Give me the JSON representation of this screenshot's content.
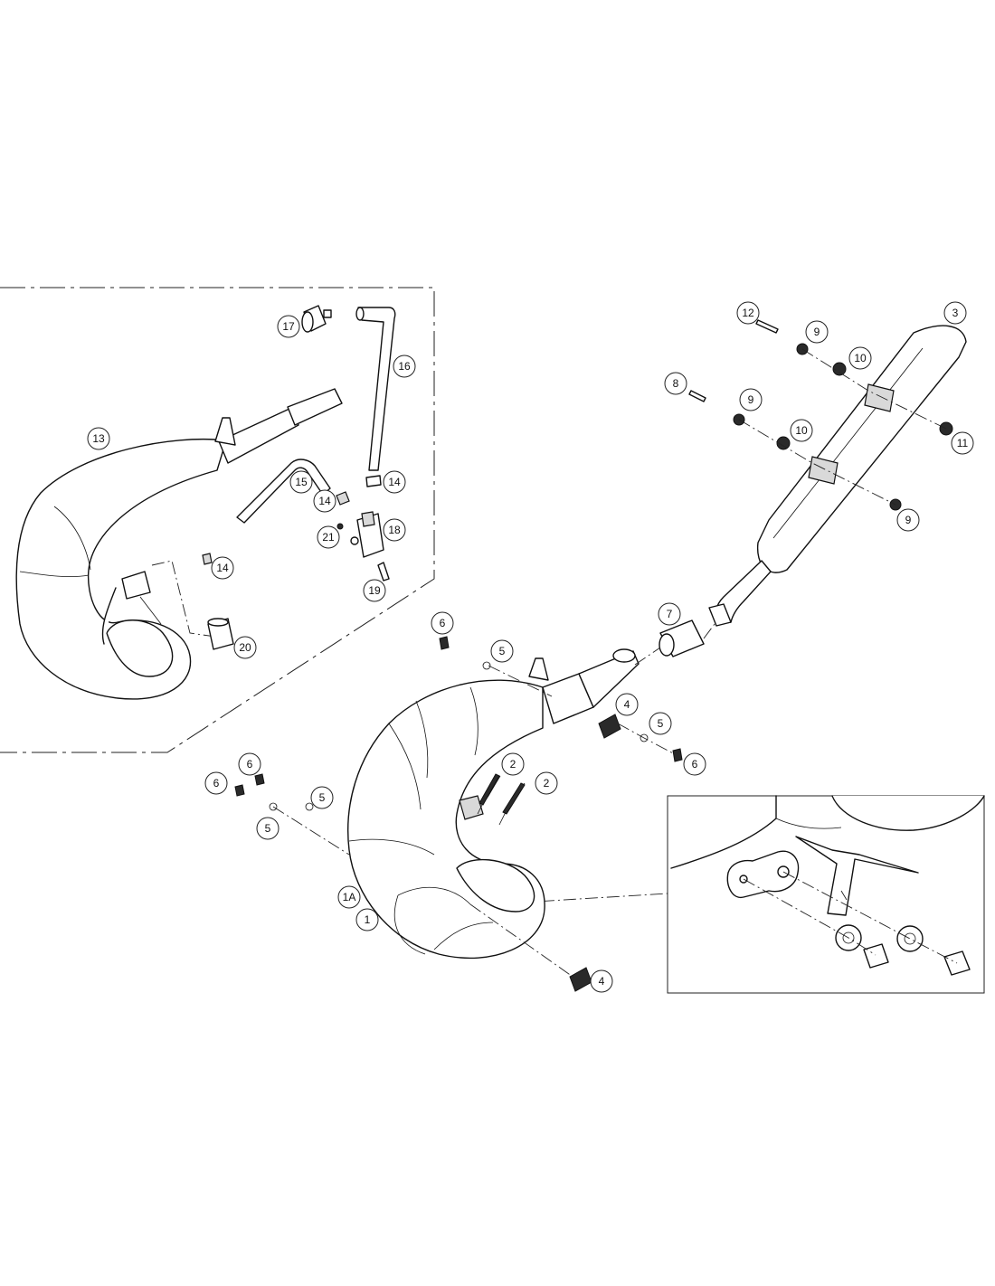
{
  "callouts": [
    {
      "id": "1",
      "label": "1"
    },
    {
      "id": "1A",
      "label": "1A"
    },
    {
      "id": "2a",
      "label": "2"
    },
    {
      "id": "2b",
      "label": "2"
    },
    {
      "id": "3",
      "label": "3"
    },
    {
      "id": "4a",
      "label": "4"
    },
    {
      "id": "4b",
      "label": "4"
    },
    {
      "id": "5a",
      "label": "5"
    },
    {
      "id": "5b",
      "label": "5"
    },
    {
      "id": "5c",
      "label": "5"
    },
    {
      "id": "5d",
      "label": "5"
    },
    {
      "id": "6a",
      "label": "6"
    },
    {
      "id": "6b",
      "label": "6"
    },
    {
      "id": "6c",
      "label": "6"
    },
    {
      "id": "6d",
      "label": "6"
    },
    {
      "id": "7",
      "label": "7"
    },
    {
      "id": "8",
      "label": "8"
    },
    {
      "id": "9a",
      "label": "9"
    },
    {
      "id": "9b",
      "label": "9"
    },
    {
      "id": "9c",
      "label": "9"
    },
    {
      "id": "10a",
      "label": "10"
    },
    {
      "id": "10b",
      "label": "10"
    },
    {
      "id": "11",
      "label": "11"
    },
    {
      "id": "12",
      "label": "12"
    },
    {
      "id": "13",
      "label": "13"
    },
    {
      "id": "14a",
      "label": "14"
    },
    {
      "id": "14b",
      "label": "14"
    },
    {
      "id": "14c",
      "label": "14"
    },
    {
      "id": "15",
      "label": "15"
    },
    {
      "id": "16",
      "label": "16"
    },
    {
      "id": "17",
      "label": "17"
    },
    {
      "id": "18",
      "label": "18"
    },
    {
      "id": "19",
      "label": "19"
    },
    {
      "id": "20",
      "label": "20"
    },
    {
      "id": "21",
      "label": "21"
    }
  ]
}
